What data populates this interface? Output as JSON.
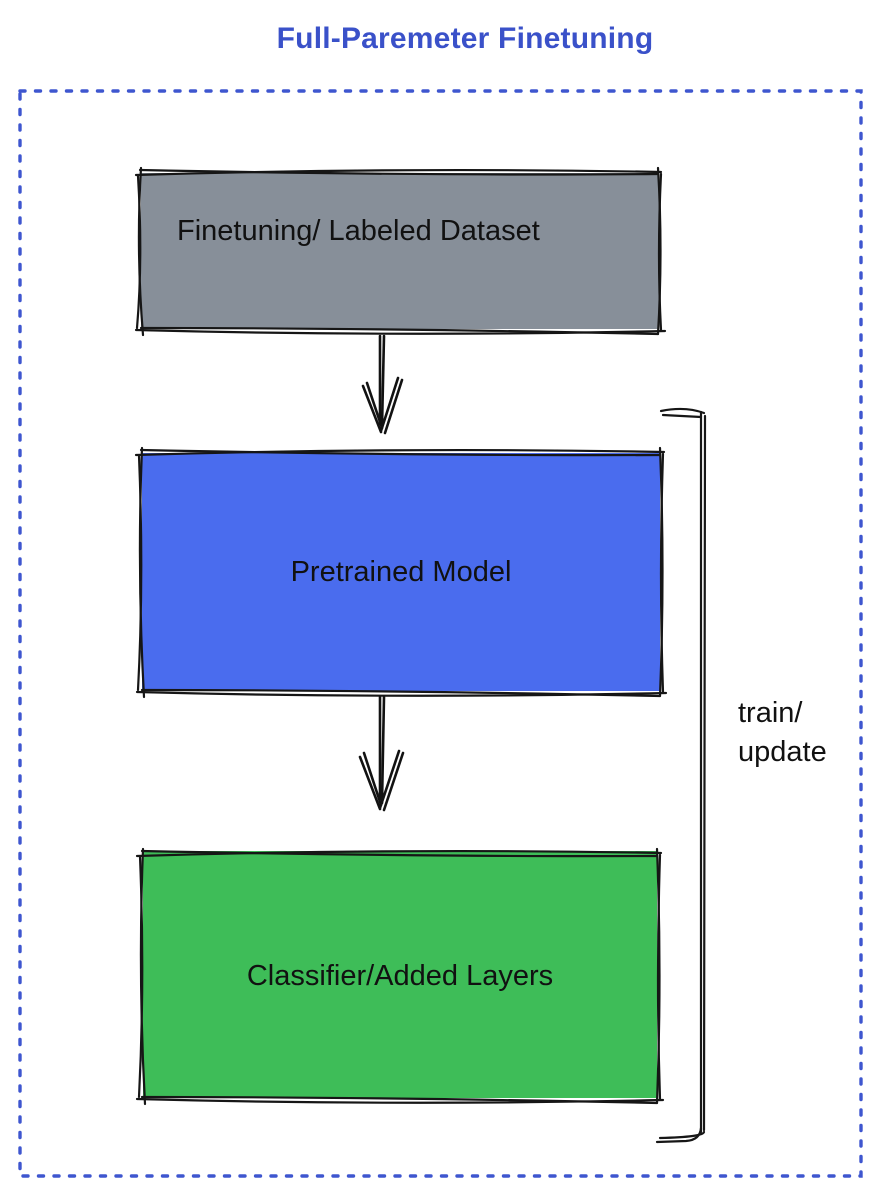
{
  "title": {
    "text": "Full-Paremeter Finetuning",
    "color": "#3a51c9"
  },
  "frame": {
    "border_color": "#3e56cf"
  },
  "boxes": [
    {
      "label": "Finetuning/ Labeled Dataset",
      "fill": "#878F99"
    },
    {
      "label": "Pretrained Model",
      "fill": "#4A6CEE"
    },
    {
      "label": "Classifier/Added Layers",
      "fill": "#3EBD58"
    }
  ],
  "bracket": {
    "label_line1": "train/",
    "label_line2": "update"
  }
}
